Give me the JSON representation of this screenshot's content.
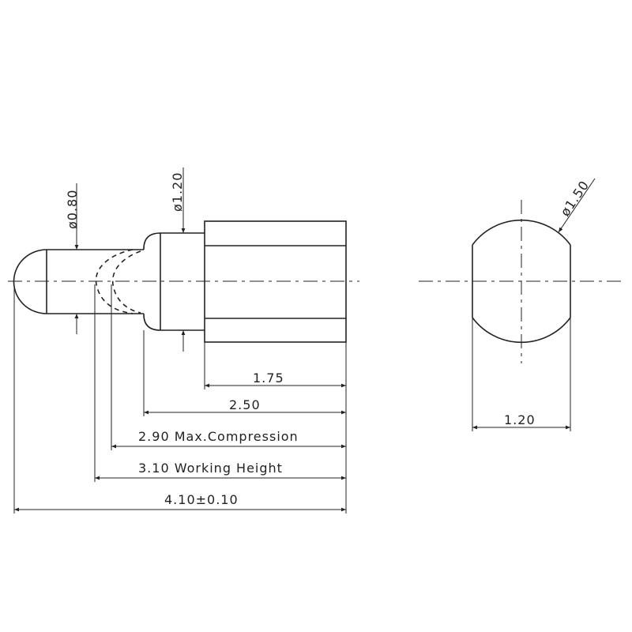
{
  "side_view": {
    "dia_plunger": "ø0.80",
    "dia_shoulder": "ø1.20",
    "dims": {
      "d175": "1.75",
      "d250": "2.50",
      "d290": "2.90 Max.Compression",
      "d310": "3.10 Working Height",
      "d410": "4.10±0.10"
    }
  },
  "end_view": {
    "dia_head": "ø1.50",
    "width": "1.20"
  },
  "colors": {
    "line": "#222222",
    "background": "#ffffff"
  }
}
